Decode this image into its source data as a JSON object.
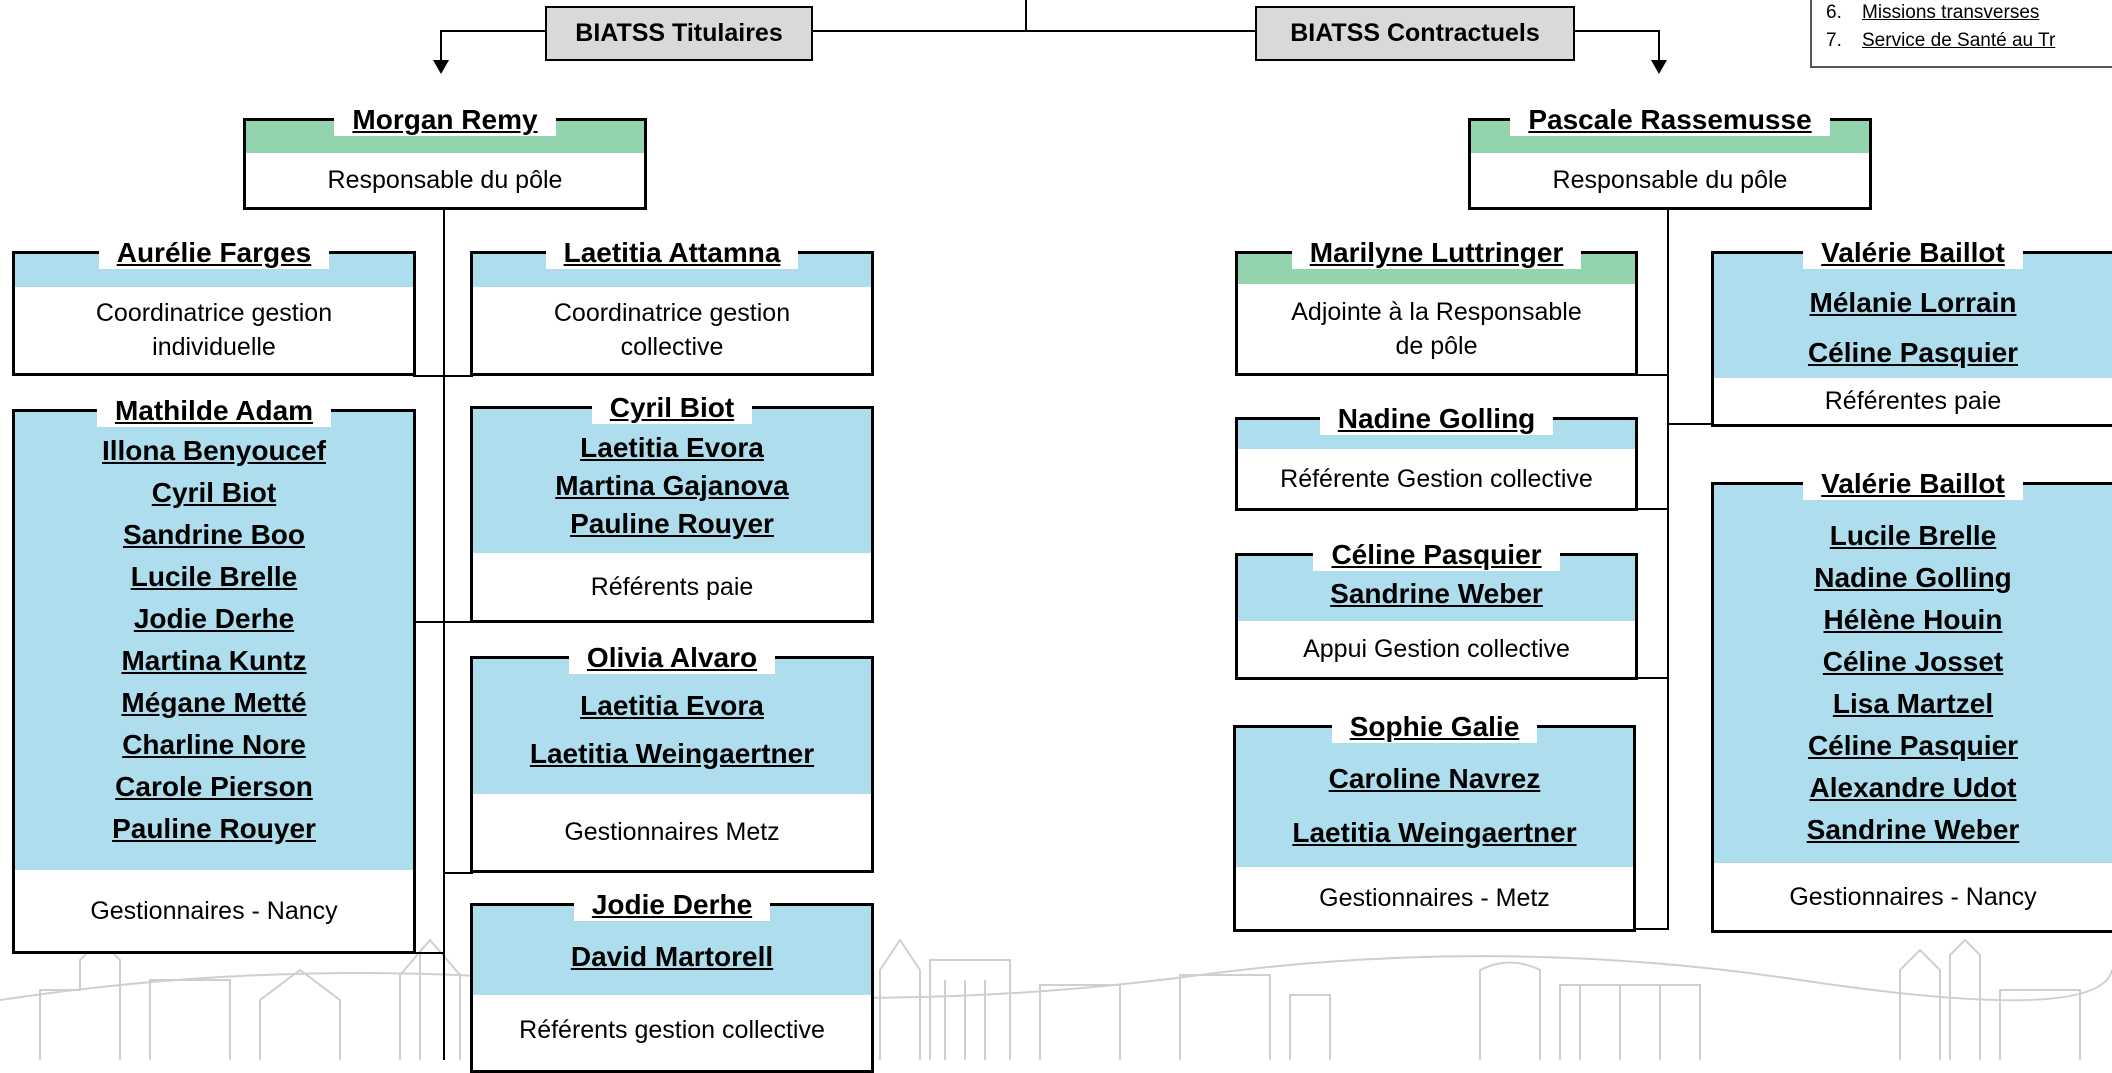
{
  "colors": {
    "header_bg": "#d9d9d9",
    "green": "#93d3ad",
    "blue": "#aedeee"
  },
  "legend": [
    {
      "num": "6.",
      "text": "Missions transverses"
    },
    {
      "num": "7.",
      "text": "Service de Santé au Tr"
    }
  ],
  "headers": {
    "titulaires": "BIATSS Titulaires",
    "contractuels": "BIATSS Contractuels"
  },
  "left": {
    "head": {
      "name": "Morgan Remy",
      "role": "Responsable du pôle"
    },
    "farges": {
      "name": "Aurélie Farges",
      "role": "Coordinatrice gestion individuelle"
    },
    "attamna": {
      "name": "Laetitia Attamna",
      "role": "Coordinatrice gestion collective"
    },
    "nancy": {
      "lead": "Mathilde Adam",
      "names": [
        "Illona Benyoucef",
        "Cyril Biot",
        "Sandrine Boo",
        "Lucile Brelle",
        "Jodie Derhe",
        "Martina Kuntz",
        "Mégane Metté",
        "Charline Nore",
        "Carole Pierson",
        "Pauline Rouyer"
      ],
      "role": "Gestionnaires - Nancy"
    },
    "paie": {
      "lead": "Cyril Biot",
      "names": [
        "Laetitia Evora",
        "Martina Gajanova",
        "Pauline Rouyer"
      ],
      "role": "Référents paie"
    },
    "metz": {
      "lead": "Olivia Alvaro",
      "names": [
        "Laetitia Evora",
        "Laetitia Weingaertner"
      ],
      "role": "Gestionnaires Metz"
    },
    "gc": {
      "lead": "Jodie Derhe",
      "names": [
        "David Martorell"
      ],
      "role": "Référents gestion collective"
    }
  },
  "right": {
    "head": {
      "name": "Pascale Rassemusse",
      "role": "Responsable du pôle"
    },
    "adjointe": {
      "name": "Marilyne Luttringer",
      "role": "Adjointe à la Responsable de pôle"
    },
    "golling": {
      "name": "Nadine Golling",
      "role": "Référente Gestion collective"
    },
    "appui": {
      "lead": "Céline Pasquier",
      "names": [
        "Sandrine Weber"
      ],
      "role": "Appui Gestion collective"
    },
    "metz": {
      "lead": "Sophie Galie",
      "names": [
        "Caroline Navrez",
        "Laetitia Weingaertner"
      ],
      "role": "Gestionnaires - Metz"
    },
    "paie": {
      "lead": "Valérie Baillot",
      "names": [
        "Mélanie Lorrain",
        "Céline Pasquier"
      ],
      "role": "Référentes paie"
    },
    "nancy": {
      "lead": "Valérie Baillot",
      "names": [
        "Lucile Brelle",
        "Nadine Golling",
        "Hélène Houin",
        "Céline Josset",
        "Lisa Martzel",
        "Céline Pasquier",
        "Alexandre Udot",
        "Sandrine Weber"
      ],
      "role": "Gestionnaires - Nancy"
    }
  }
}
